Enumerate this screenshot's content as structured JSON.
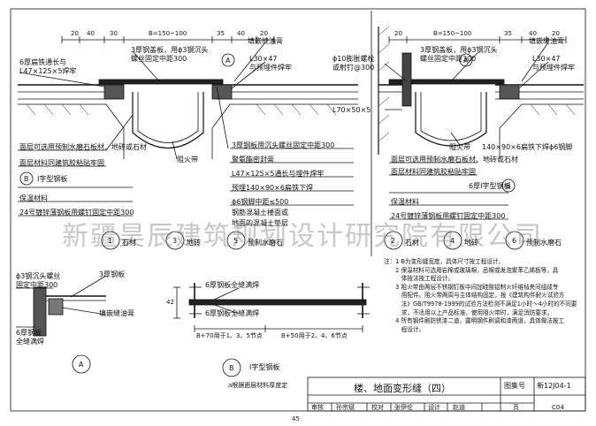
{
  "page_number": "45",
  "watermark": "新疆昊辰建筑规划设计研究院有限公司",
  "title_block": {
    "title": "楼、地面变形缝（四）",
    "atlas_label": "图集号",
    "atlas_no": "新12J04-1",
    "review_label": "审核",
    "review_sign": "孙宗斌",
    "check_label": "校对",
    "check_sign": "张伊伦",
    "design_label": "设计",
    "design_sign": "赵迪",
    "page_label": "页",
    "page_no": "C04"
  },
  "left_detail": {
    "dims_top": [
      "20",
      "40",
      "30",
      "B=150~100",
      "35",
      "40",
      "20"
    ],
    "label_3mm_cover": "3厚钢盖板，用ϕ3钢沉头",
    "label_screw": "螺丝固定中距300",
    "label_filler": "填嵌缝油膏",
    "label_L30": "L30×47",
    "label_weld": "与预埋件焊牢",
    "label_6mm_flat": "6厚扁铁通长与",
    "label_L47": "L47×125×5焊牢",
    "label_fireproof": "阻火带",
    "label_face1": "面层可选用预制水磨石板材、地砖或石材",
    "label_face2": "面层材料同建筑胶粘贴牢固",
    "label_b_plate": "Ⅰ字型钢板",
    "label_insulation": "保温材料",
    "label_24": "24号镀锌薄钢板用螺钉固定中距300",
    "label_r1": "3厚钢板用沉头螺丝固定中距300",
    "label_r2": "聚氨酯密封膏",
    "label_r3": "L47×125×5通长与埋件焊牢",
    "label_r4": "预埋140×90×6扁铁下焊",
    "label_r5": "ϕ6钢脚中距≤500",
    "label_r6": "钢筋混凝土楼面或",
    "label_r7": "地面的混凝土垫层",
    "circle_b": "B",
    "circle_a": "A"
  },
  "right_detail": {
    "dims_top": [
      "20",
      "B=150~100",
      "35",
      "40",
      "20"
    ],
    "label_3mm": "3厚钢盖板，用ϕ3钢沉头",
    "label_screw": "螺丝固定中距300",
    "label_filler": "填嵌缝油膏",
    "label_L30": "L30×47",
    "label_weld": "与预埋件焊牢",
    "label_bolt1": "ϕ10膨胀螺栓",
    "label_bolt2": "或射钉@300",
    "label_L70": "L70×50×5",
    "label_fire": "阻火带",
    "label_140": "140×90×6扁铁下焊ϕ6钢脚",
    "label_face1": "面层可选用预制水磨石板材、地砖或石材",
    "label_face2": "面层材料同建筑胶粘贴牢固",
    "label_6mm": "6厚Ⅰ字型钢板",
    "label_insul": "保温材料",
    "label_24": "24号镀锌薄钢板用螺钉固定中距300",
    "circle_b": "B",
    "circle_a": "A"
  },
  "variants": [
    {
      "no": "1",
      "name": "石材"
    },
    {
      "no": "3",
      "name": "地砖"
    },
    {
      "no": "5",
      "name": "预制水磨石"
    },
    {
      "no": "2",
      "name": "石材"
    },
    {
      "no": "4",
      "name": "地砖"
    },
    {
      "no": "6",
      "name": "预制水磨石"
    }
  ],
  "detail_a": {
    "label1": "ϕ3钢沉头螺丝",
    "label2": "固定中距300",
    "label3": "3厚钢板",
    "label4": "填嵌缝油膏",
    "label5": "6厚钢板",
    "label6": "全缝满焊",
    "circle": "A"
  },
  "detail_b": {
    "label1": "6厚钢板全缝满焊",
    "label2": "6厚钢板全缝满焊",
    "dim_42": "42",
    "dim_b1": "B+70用于1、3、5节点",
    "dim_b2": "B+50用于2、4、6节点",
    "circle": "B",
    "caption": "Ⅰ字型钢板",
    "sub": "a根据面层材料厚度定"
  },
  "notes": [
    "注：1 B为变形缝宽度，具体尺寸按工程设计。",
    "　　2 保温材料可选用岩棉或玻璃棉，忌棉或发泡聚苯乙烯板等，具",
    "　　　体按法按工程设计。",
    "　　3 阻火带由两层不锈钢钉板中间加硅酸铝制火纤维毡夹间组成专",
    "　　　用配件。阻火带两周与主体结构固定，按《建筑构件耐火试验方",
    "　　　法》GB/T9978-1999的试验方法检测不满足1小时～4小时的不同要",
    "　　　求，不适用以上产品标准，使用阻火带时，满足消防要求。",
    "　　4 所有钢件刷防锈漆二道，露明钢件刷调和漆两道，具体做法按工",
    "　　　程设计。"
  ]
}
